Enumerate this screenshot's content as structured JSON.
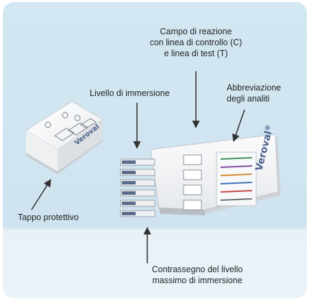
{
  "labels": {
    "reaction_field_line1": "Campo di reazione",
    "reaction_field_line2": "con linea di controllo (C)",
    "reaction_field_line3": "e linea di test (T)",
    "immersion_level": "Livello di immersione",
    "analyte_abbrev_line1": "Abbreviazione",
    "analyte_abbrev_line2": "degli analiti",
    "protective_cap": "Tappo protettivo",
    "max_mark_line1": "Contrassegno del livello",
    "max_mark_line2": "massimo di immersione"
  },
  "brand": {
    "name": "Veroval",
    "mark": "®"
  },
  "colors": {
    "card_top": "#d3e7f2",
    "card_bottom": "#eaf3f8",
    "arrow": "#333333",
    "brand": "#4a5f8c"
  }
}
